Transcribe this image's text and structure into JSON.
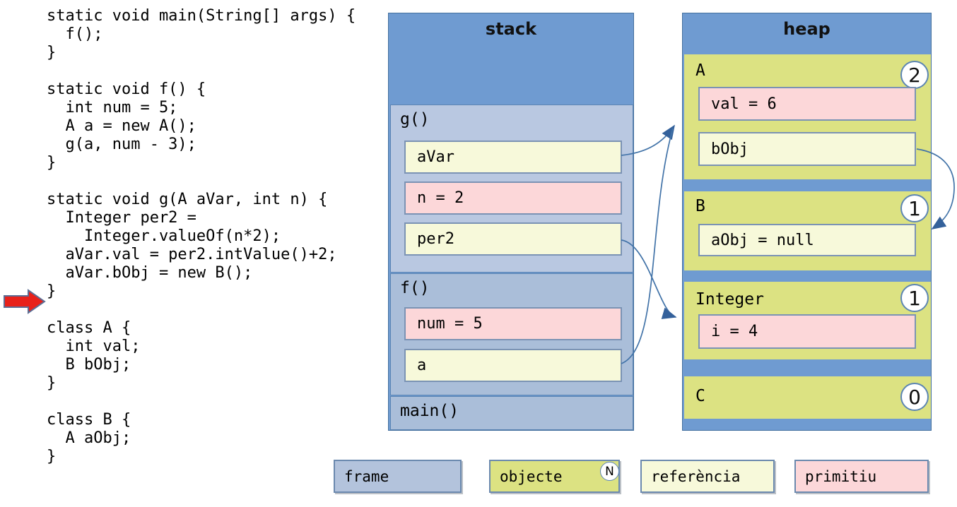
{
  "code": {
    "text": "static void main(String[] args) {\n  f();\n}\n\nstatic void f() {\n  int num = 5;\n  A a = new A();\n  g(a, num - 3);\n}\n\nstatic void g(A aVar, int n) {\n  Integer per2 =\n    Integer.valueOf(n*2);\n  aVar.val = per2.intValue()+2;\n  aVar.bObj = new B();\n}\n\nclass A {\n  int val;\n  B bObj;\n}\n\nclass B {\n  A aObj;\n}"
  },
  "stack": {
    "title": "stack",
    "frames": [
      {
        "label": "g()",
        "vars": [
          {
            "text": "aVar",
            "kind": "reference"
          },
          {
            "text": "n = 2",
            "kind": "primitive"
          },
          {
            "text": "per2",
            "kind": "reference"
          }
        ]
      },
      {
        "label": "f()",
        "vars": [
          {
            "text": "num = 5",
            "kind": "primitive"
          },
          {
            "text": "a",
            "kind": "reference"
          }
        ]
      },
      {
        "label": "main()",
        "vars": []
      }
    ]
  },
  "heap": {
    "title": "heap",
    "objects": [
      {
        "label": "A",
        "refcount": "2",
        "fields": [
          {
            "text": "val = 6",
            "kind": "primitive"
          },
          {
            "text": "bObj",
            "kind": "reference"
          }
        ]
      },
      {
        "label": "B",
        "refcount": "1",
        "fields": [
          {
            "text": "aObj = null",
            "kind": "reference"
          }
        ]
      },
      {
        "label": "Integer",
        "refcount": "1",
        "fields": [
          {
            "text": "i = 4",
            "kind": "primitive"
          }
        ]
      },
      {
        "label": "C",
        "refcount": "0",
        "fields": []
      }
    ]
  },
  "legend": {
    "badge": "N",
    "items": [
      {
        "label": "frame"
      },
      {
        "label": "objecte"
      },
      {
        "label": "referència"
      },
      {
        "label": "primitiu"
      }
    ]
  },
  "arrows": [
    {
      "from": "g().aVar",
      "to": "A"
    },
    {
      "from": "f().a",
      "to": "A"
    },
    {
      "from": "g().per2",
      "to": "Integer"
    },
    {
      "from": "A.bObj",
      "to": "B"
    },
    {
      "from": "execution-pointer",
      "to": "closing brace of g()"
    }
  ],
  "palette": {
    "panel_blue": "#6f9bd1",
    "frame_active": "#b9c8e1",
    "frame_inactive": "#aabed9",
    "object_green": "#dce282",
    "reference_yellow": "#f7f9da",
    "primitive_pink": "#fcd7d9",
    "arrow_blue": "#34619b",
    "pointer_red": "#e8211a"
  }
}
